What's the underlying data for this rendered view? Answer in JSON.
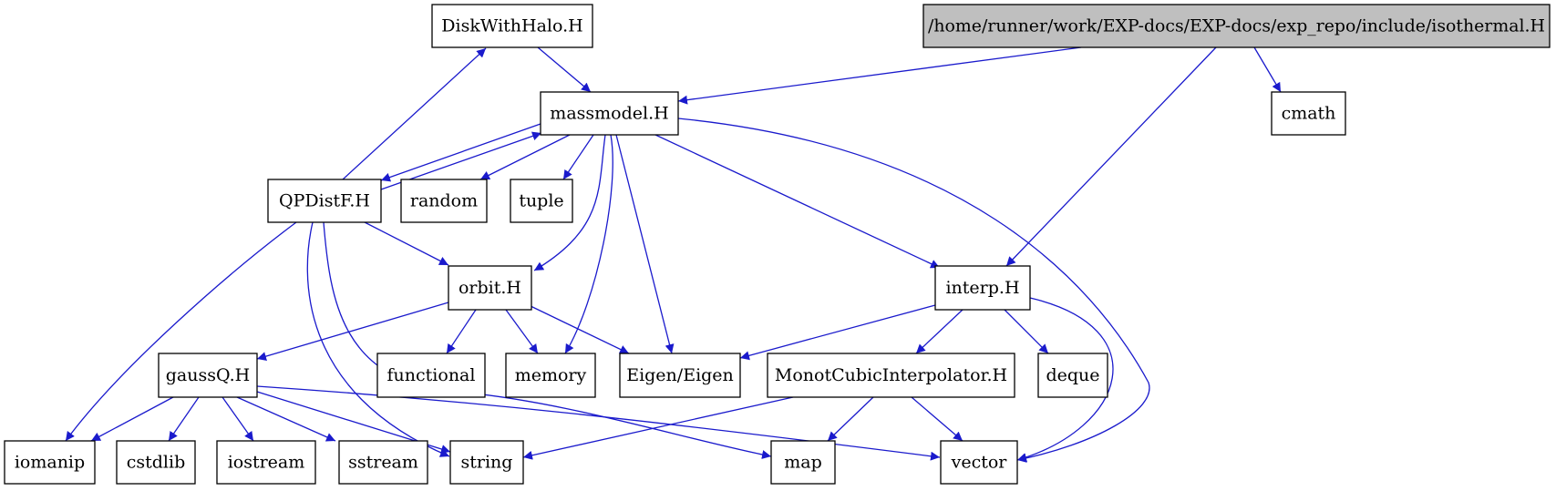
{
  "diagram": {
    "type": "include-dependency-graph",
    "colors": {
      "edge": "#1a1acc",
      "root_fill": "#bfbfbf",
      "node_fill": "#ffffff",
      "node_stroke": "#000000"
    },
    "nodes": [
      {
        "id": "isothermal",
        "label": "/home/runner/work/EXP-docs/EXP-docs/exp_repo/include/isothermal.H",
        "root": true
      },
      {
        "id": "diskwithhalo",
        "label": "DiskWithHalo.H"
      },
      {
        "id": "massmodel",
        "label": "massmodel.H"
      },
      {
        "id": "cmath",
        "label": "cmath"
      },
      {
        "id": "qpdistf",
        "label": "QPDistF.H"
      },
      {
        "id": "random",
        "label": "random"
      },
      {
        "id": "tuple",
        "label": "tuple"
      },
      {
        "id": "orbit",
        "label": "orbit.H"
      },
      {
        "id": "interp",
        "label": "interp.H"
      },
      {
        "id": "gaussq",
        "label": "gaussQ.H"
      },
      {
        "id": "functional",
        "label": "functional"
      },
      {
        "id": "memory",
        "label": "memory"
      },
      {
        "id": "eigen",
        "label": "Eigen/Eigen"
      },
      {
        "id": "monot",
        "label": "MonotCubicInterpolator.H"
      },
      {
        "id": "deque",
        "label": "deque"
      },
      {
        "id": "iomanip",
        "label": "iomanip"
      },
      {
        "id": "cstdlib",
        "label": "cstdlib"
      },
      {
        "id": "iostream",
        "label": "iostream"
      },
      {
        "id": "sstream",
        "label": "sstream"
      },
      {
        "id": "string",
        "label": "string"
      },
      {
        "id": "map",
        "label": "map"
      },
      {
        "id": "vector",
        "label": "vector"
      }
    ],
    "edges": [
      {
        "from": "isothermal",
        "to": "massmodel"
      },
      {
        "from": "isothermal",
        "to": "interp"
      },
      {
        "from": "isothermal",
        "to": "cmath"
      },
      {
        "from": "diskwithhalo",
        "to": "massmodel"
      },
      {
        "from": "massmodel",
        "to": "qpdistf"
      },
      {
        "from": "massmodel",
        "to": "random"
      },
      {
        "from": "massmodel",
        "to": "tuple"
      },
      {
        "from": "massmodel",
        "to": "orbit"
      },
      {
        "from": "massmodel",
        "to": "memory"
      },
      {
        "from": "massmodel",
        "to": "eigen"
      },
      {
        "from": "massmodel",
        "to": "interp"
      },
      {
        "from": "massmodel",
        "to": "vector"
      },
      {
        "from": "qpdistf",
        "to": "diskwithhalo"
      },
      {
        "from": "qpdistf",
        "to": "massmodel"
      },
      {
        "from": "qpdistf",
        "to": "orbit"
      },
      {
        "from": "qpdistf",
        "to": "iomanip"
      },
      {
        "from": "qpdistf",
        "to": "string"
      },
      {
        "from": "qpdistf",
        "to": "map"
      },
      {
        "from": "orbit",
        "to": "gaussq"
      },
      {
        "from": "orbit",
        "to": "functional"
      },
      {
        "from": "orbit",
        "to": "memory"
      },
      {
        "from": "orbit",
        "to": "eigen"
      },
      {
        "from": "interp",
        "to": "eigen"
      },
      {
        "from": "interp",
        "to": "monot"
      },
      {
        "from": "interp",
        "to": "deque"
      },
      {
        "from": "interp",
        "to": "vector"
      },
      {
        "from": "gaussq",
        "to": "iomanip"
      },
      {
        "from": "gaussq",
        "to": "cstdlib"
      },
      {
        "from": "gaussq",
        "to": "iostream"
      },
      {
        "from": "gaussq",
        "to": "sstream"
      },
      {
        "from": "gaussq",
        "to": "string"
      },
      {
        "from": "gaussq",
        "to": "vector"
      },
      {
        "from": "monot",
        "to": "string"
      },
      {
        "from": "monot",
        "to": "map"
      },
      {
        "from": "monot",
        "to": "vector"
      }
    ]
  }
}
